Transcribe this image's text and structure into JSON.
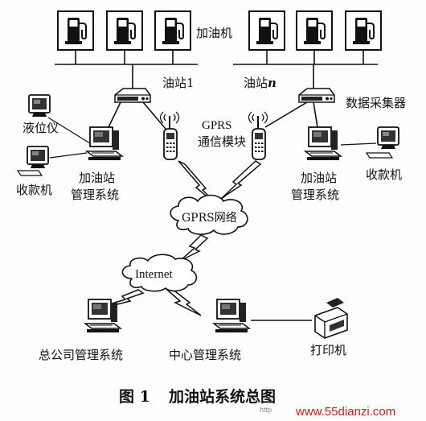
{
  "labels": {
    "dispensers": "加油机",
    "station_1": "油站1",
    "station_n_prefix": "油站",
    "station_n_suffix": "n",
    "data_collector": "数据采集器",
    "gprs_module_line1": "GPRS",
    "gprs_module_line2": "通信模块",
    "level_gauge": "液位仪",
    "cashier_left": "收款机",
    "cashier_right": "收款机",
    "station_mgmt_left_line1": "加油站",
    "station_mgmt_left_line2": "管理系统",
    "station_mgmt_right_line1": "加油站",
    "station_mgmt_right_line2": "管理系统",
    "gprs_network": "GPRS网络",
    "internet": "Internet",
    "hq_mgmt": "总公司管理系统",
    "center_mgmt": "中心管理系统",
    "printer": "打印机"
  },
  "caption": {
    "figure_no": "图 1",
    "title": "加油站系统总图"
  },
  "watermark": {
    "site": "www.55dianzi.com",
    "small": "http"
  },
  "icons": {
    "fuel_dispenser": "fuel-pump-icon",
    "data_collector": "router-icon",
    "gprs_module": "gprs-modem-icon",
    "computer": "desktop-computer-icon",
    "printer": "printer-icon",
    "network_cloud": "cloud-icon",
    "wireless_link": "lightning-bolt-icon"
  },
  "colors": {
    "ink": "#111111",
    "watermark": "#d21a1a"
  }
}
